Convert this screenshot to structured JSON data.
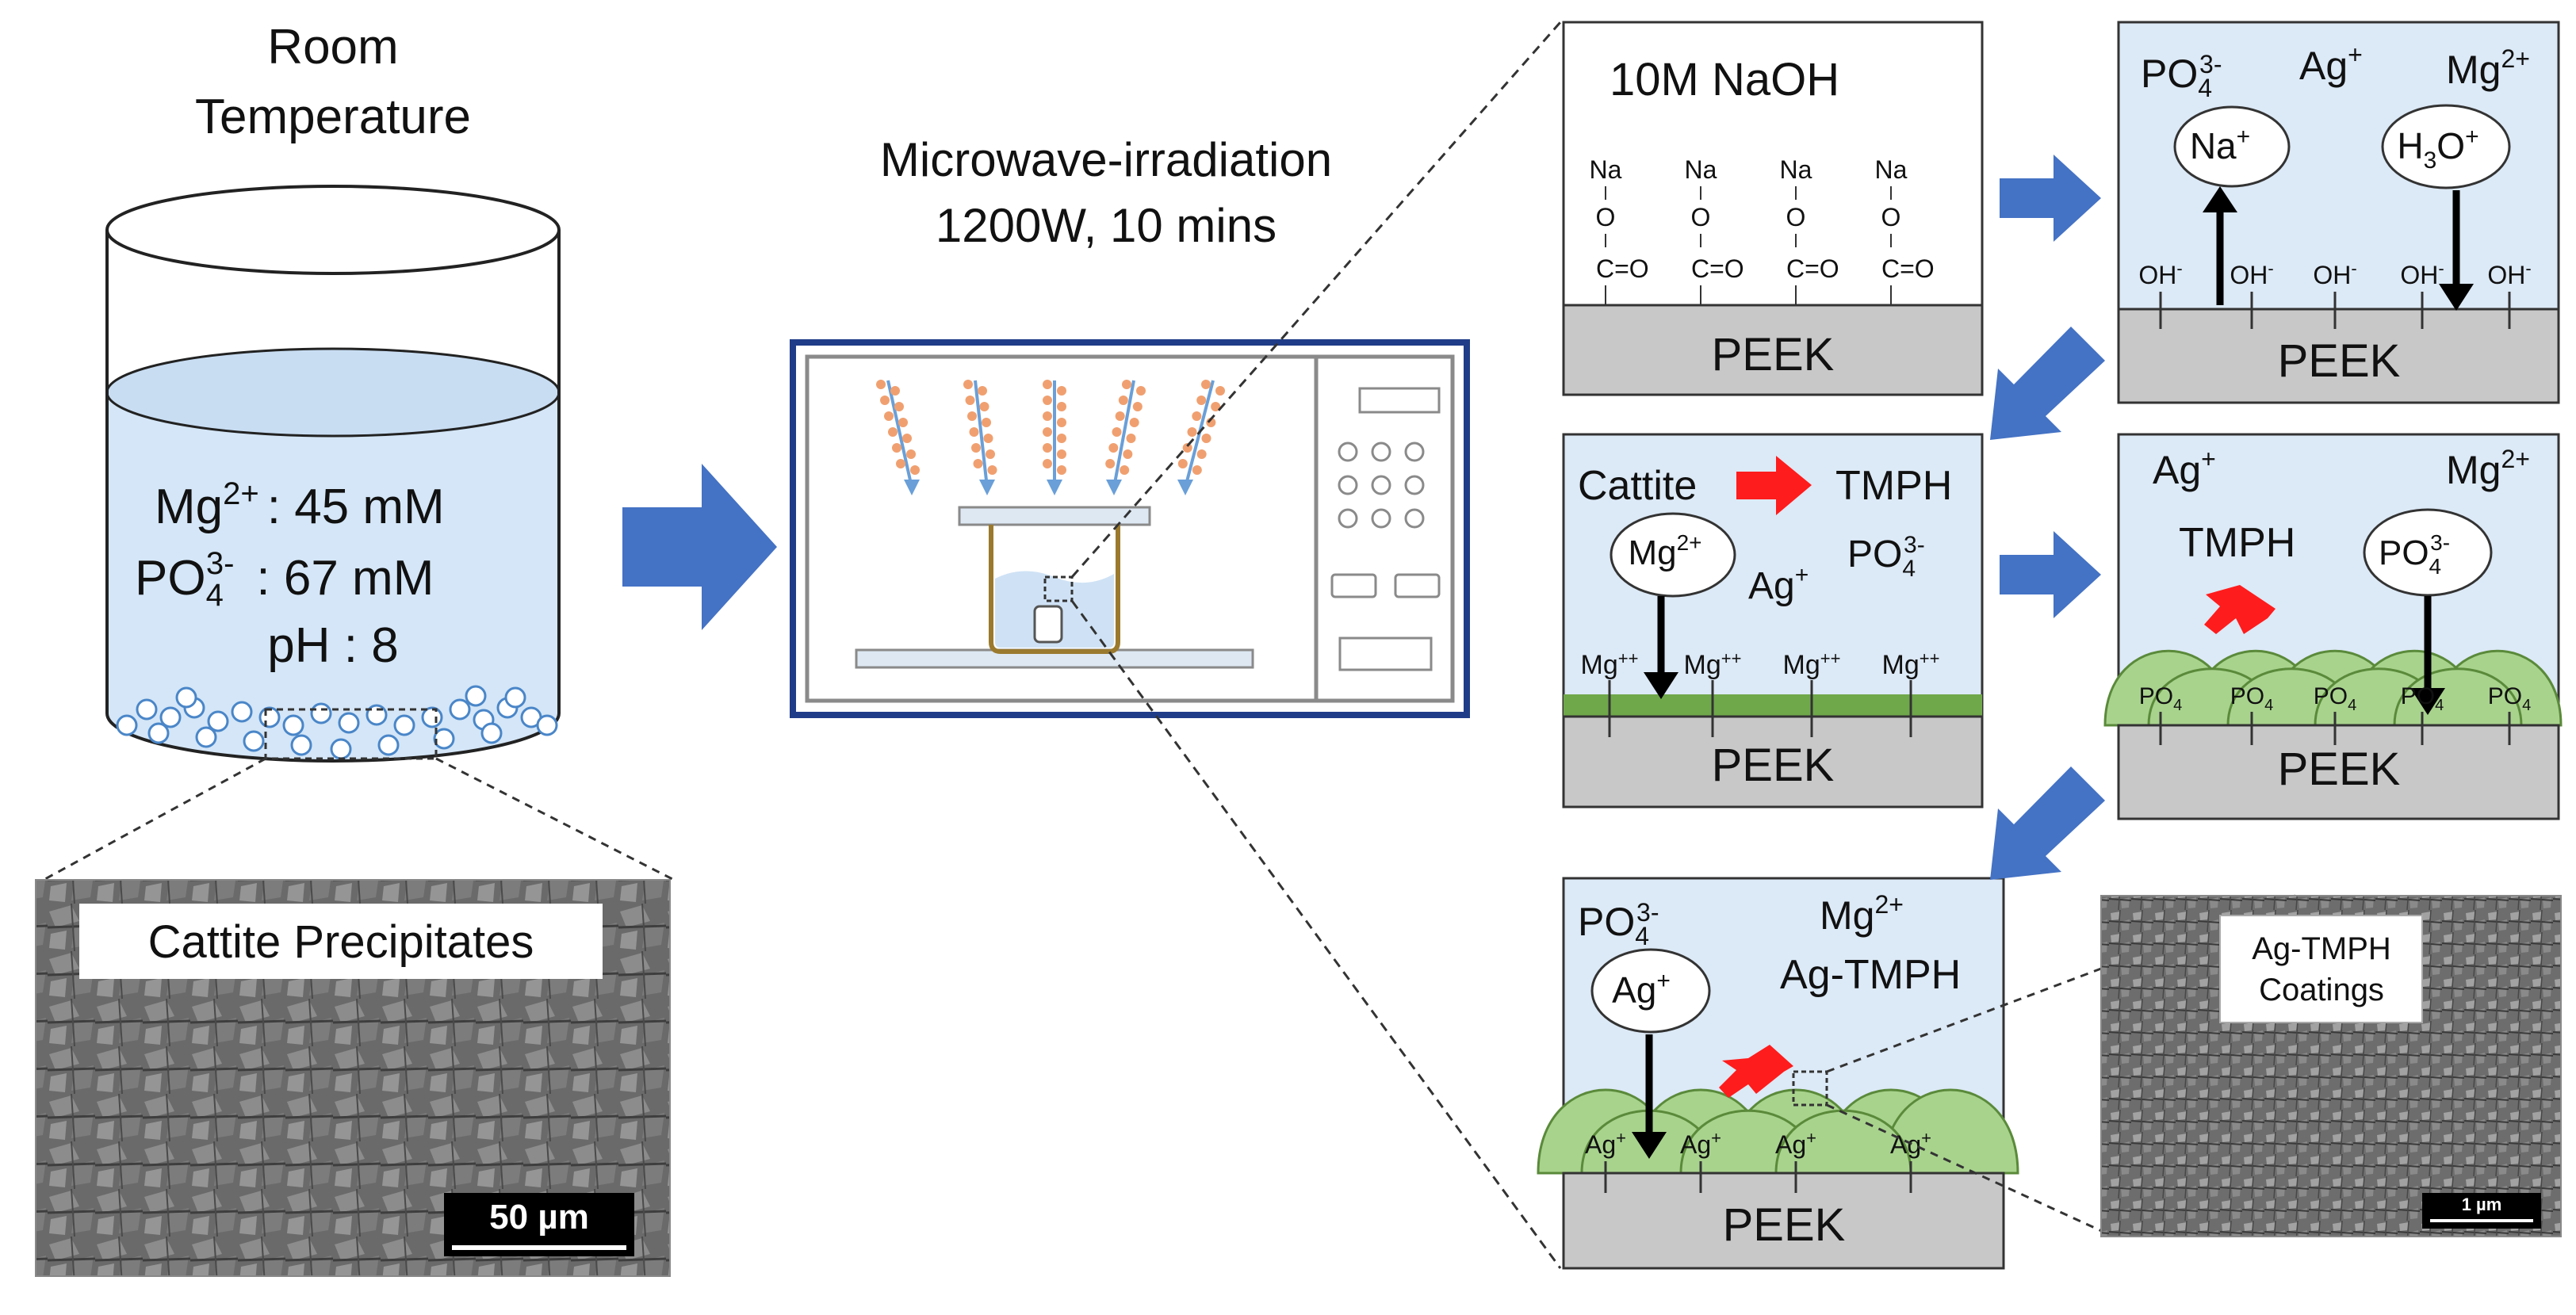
{
  "beaker": {
    "title_line1": "Room",
    "title_line2": "Temperature",
    "line_mg_ion": "Mg",
    "line_mg_sup": "2+",
    "line_mg_val": ": 45 mM",
    "line_po_ion": "PO",
    "line_po_sub": "4",
    "line_po_sup": "3-",
    "line_po_val": ": 67 mM",
    "line_ph": "pH : 8"
  },
  "sem_left": {
    "label": "Cattite Precipitates",
    "scale": "50 µm"
  },
  "microwave": {
    "title_line1": "Microwave-irradiation",
    "title_line2": "1200W, 10 mins"
  },
  "panel1": {
    "solution": "10M NaOH",
    "substrate": "PEEK",
    "na": "Na",
    "o": "O",
    "co": "C=O"
  },
  "panel2": {
    "po4": "PO",
    "po4_sub": "4",
    "po4_sup": "3-",
    "ag": "Ag",
    "ag_sup": "+",
    "mg": "Mg",
    "mg_sup": "2+",
    "na_circle": "Na",
    "na_sup": "+",
    "h3o_a": "H",
    "h3o_sub": "3",
    "h3o_b": "O",
    "h3o_sup": "+",
    "oh": "OH",
    "oh_sup": "-",
    "substrate": "PEEK"
  },
  "panel3": {
    "cattite": "Cattite",
    "tmph": "TMPH",
    "mg_circle": "Mg",
    "mg_circle_sup": "2+",
    "ag": "Ag",
    "ag_sup": "+",
    "po4": "PO",
    "po4_sub": "4",
    "po4_sup": "3-",
    "mgpp": "Mg",
    "mgpp_sup": "++",
    "substrate": "PEEK"
  },
  "panel4": {
    "ag": "Ag",
    "ag_sup": "+",
    "mg": "Mg",
    "mg_sup": "2+",
    "tmph": "TMPH",
    "po4_circle": "PO",
    "po4_circle_sub": "4",
    "po4_circle_sup": "3-",
    "po4_small": "PO",
    "po4_small_sub": "4",
    "substrate": "PEEK"
  },
  "panel5": {
    "po4": "PO",
    "po4_sub": "4",
    "po4_sup": "3-",
    "mg": "Mg",
    "mg_sup": "2+",
    "agtmph": "Ag-TMPH",
    "ag_circle": "Ag",
    "ag_circle_sup": "+",
    "ag_small": "Ag",
    "ag_small_sup": "+",
    "substrate": "PEEK"
  },
  "sem_right": {
    "label_line1": "Ag-TMPH",
    "label_line2": "Coatings",
    "scale": "1 µm"
  },
  "colors": {
    "solution": "#d4e6f7",
    "panel_solution": "#dce9f6",
    "substrate": "#c8c8c8",
    "blue_arrow": "#4472c4",
    "red_arrow": "#ff1c1c",
    "green_layer": "#6fa84a",
    "green_dome": "#a8d38d",
    "frame": "#1f3c88"
  }
}
